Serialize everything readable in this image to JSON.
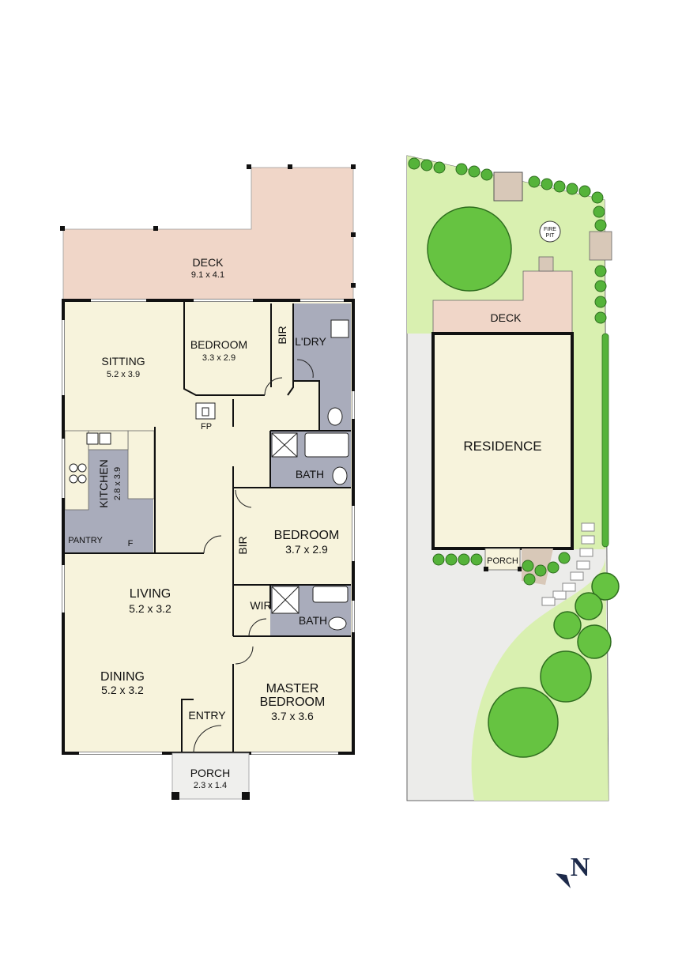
{
  "floor_plan": {
    "deck": {
      "name": "DECK",
      "dim": "9.1 x 4.1"
    },
    "sitting": {
      "name": "SITTING",
      "dim": "5.2 x 3.9"
    },
    "bedroom1": {
      "name": "BEDROOM",
      "dim": "3.3 x 2.9"
    },
    "bir1": "BIR",
    "laundry": "L'DRY",
    "fireplace": "FP",
    "kitchen": {
      "name": "KITCHEN",
      "dim": "2.8 x 3.9"
    },
    "bath1": "BATH",
    "pantry": "PANTRY",
    "fridge": "F",
    "bedroom2": {
      "name": "BEDROOM",
      "dim": "3.7 x 2.9"
    },
    "bir2": "BIR",
    "living": {
      "name": "LIVING",
      "dim": "5.2 x 3.2"
    },
    "wir": "WIR",
    "bath2": "BATH",
    "dining": {
      "name": "DINING",
      "dim": "5.2 x 3.2"
    },
    "entry": "ENTRY",
    "master": {
      "name_line1": "MASTER",
      "name_line2": "BEDROOM",
      "dim": "3.7 x 3.6"
    },
    "porch": {
      "name": "PORCH",
      "dim": "2.3 x 1.4"
    }
  },
  "site_plan": {
    "residence": "RESIDENCE",
    "deck": "DECK",
    "porch": "PORCH",
    "fire_pit_line1": "FIRE",
    "fire_pit_line2": "PIT"
  },
  "compass": {
    "letter": "N"
  },
  "colors": {
    "interior": "#f7f3dc",
    "wet_area": "#a9acbb",
    "deck": "#f0d6c8",
    "lawn": "#d9f0b0",
    "paving": "#ececea",
    "tree": "#66c341",
    "shrub": "#55b33a"
  }
}
